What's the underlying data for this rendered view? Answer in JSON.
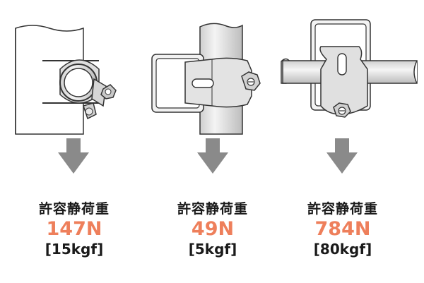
{
  "panels": [
    {
      "title": "許容静荷重",
      "value": "147N",
      "unit": "[15kgf]"
    },
    {
      "title": "許容静荷重",
      "value": "49N",
      "unit": "[5kgf]"
    },
    {
      "title": "許容静荷重",
      "value": "784N",
      "unit": "[80kgf]"
    }
  ],
  "colors": {
    "value_orange": "#ee7f5b",
    "arrow_gray": "#8a8a8a",
    "line_dark": "#333333",
    "fill_light": "#e6e6e6"
  },
  "icons": [
    "pipe-clamp-icon",
    "flat-bracket-clamp-icon",
    "cross-bar-clamp-icon",
    "arrow-down-icon"
  ]
}
